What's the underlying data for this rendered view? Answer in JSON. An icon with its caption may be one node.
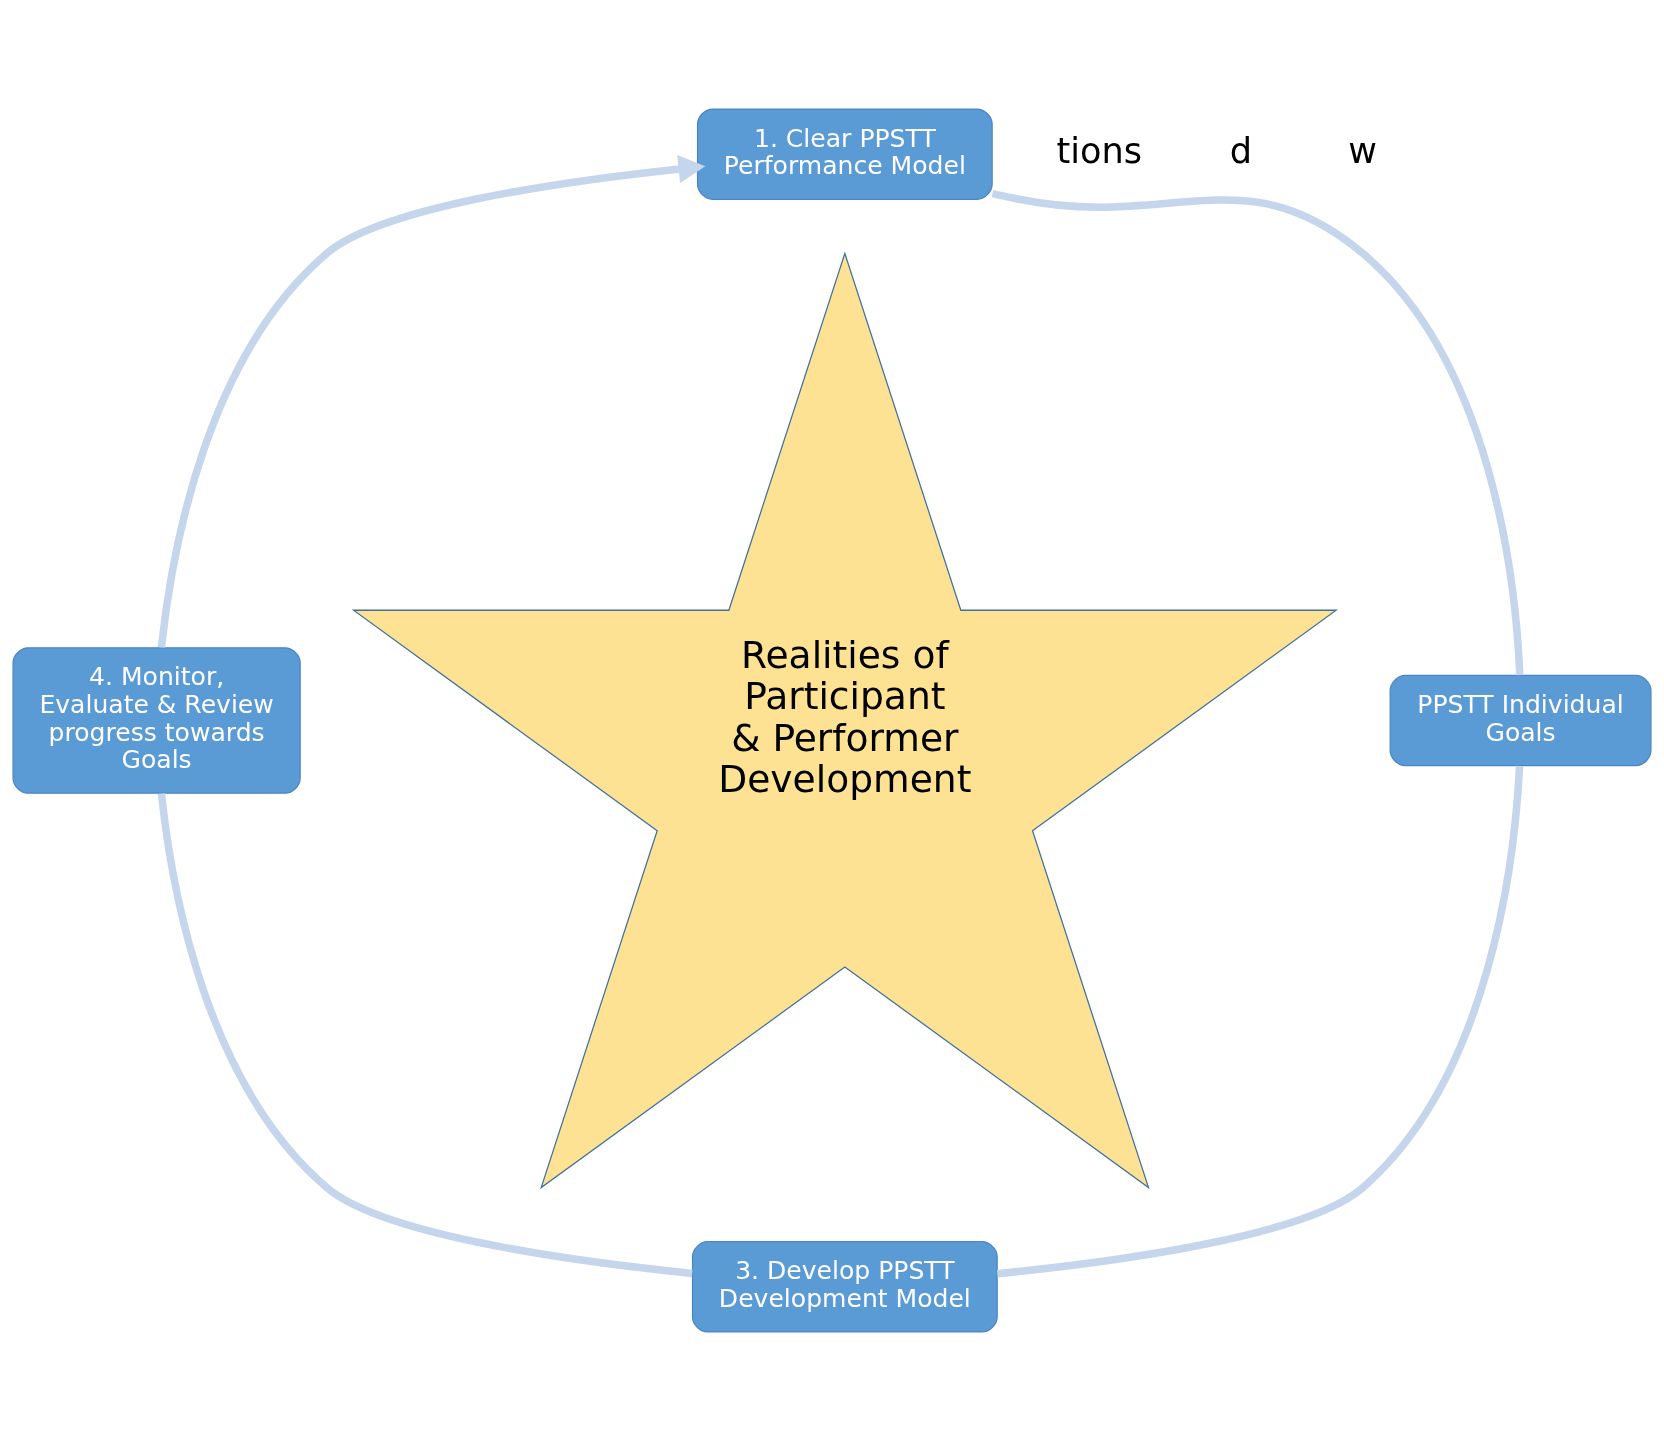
{
  "diagram": {
    "nodes": [
      {
        "text": [
          "1. Clear PPSTT Performance Model"
        ]
      },
      {
        "text": [
          "PPSTT Individual Goals"
        ]
      },
      {
        "text": [
          "3. Develop PPSTT Development Model"
        ]
      },
      {
        "text": [
          "4. Monitor, Evaluate & Review progress towards Goals"
        ]
      },
      {
        "text": [
          "Realities of Participant & Performer Development"
        ]
      }
    ],
    "edges": [
      {
        "from": 0,
        "to": 1,
        "arrow": "none"
      },
      {
        "from": 1,
        "to": 2,
        "arrow": "none"
      },
      {
        "from": 2,
        "to": 3,
        "arrow": "none"
      },
      {
        "from": 3,
        "to": 0,
        "arrow": "to"
      }
    ],
    "labels": [
      "tions",
      "d",
      "w"
    ]
  }
}
